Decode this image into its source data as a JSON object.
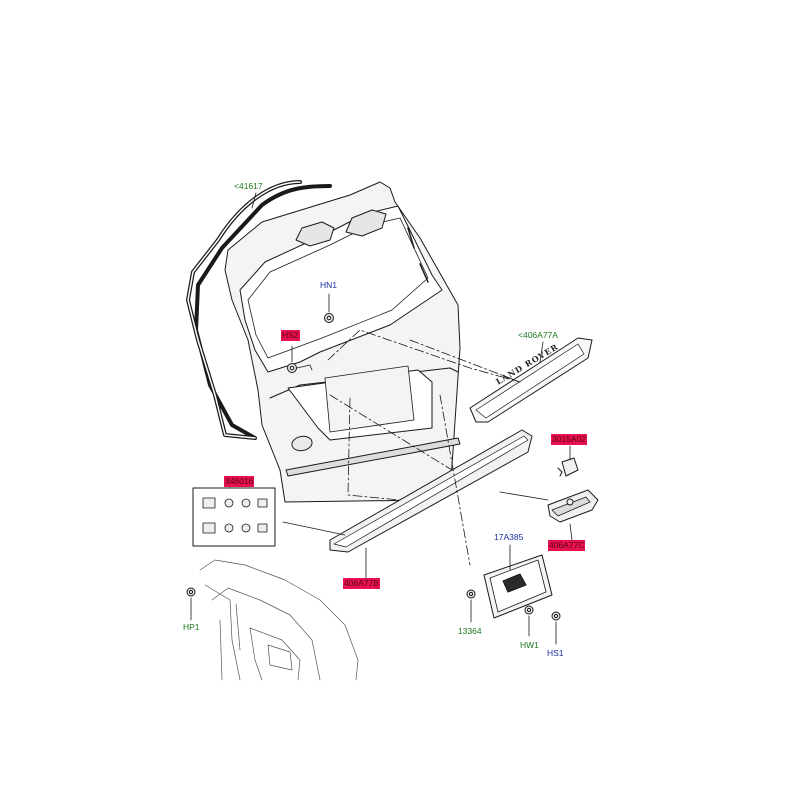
{
  "labels": {
    "seal": "<41617",
    "hn1": "HN1",
    "hs2": "HS2",
    "emblem_part": "<406A77A",
    "clip_kit": "346016",
    "ecu_part": "3015A02",
    "lamp_part": "406A77C",
    "spoiler_part": "406A77B",
    "plate_part": "17A385",
    "nut_part": "13364",
    "hp1": "HP1",
    "hw1": "HW1",
    "hs1": "HS1"
  },
  "emblem_text": "LAND ROVER",
  "colors": {
    "green_label": "#1e7a1e",
    "blue_label": "#1a2fa0",
    "highlight": "#e8114f",
    "line": "#1a1a1a",
    "fill": "#f4f4f4"
  }
}
